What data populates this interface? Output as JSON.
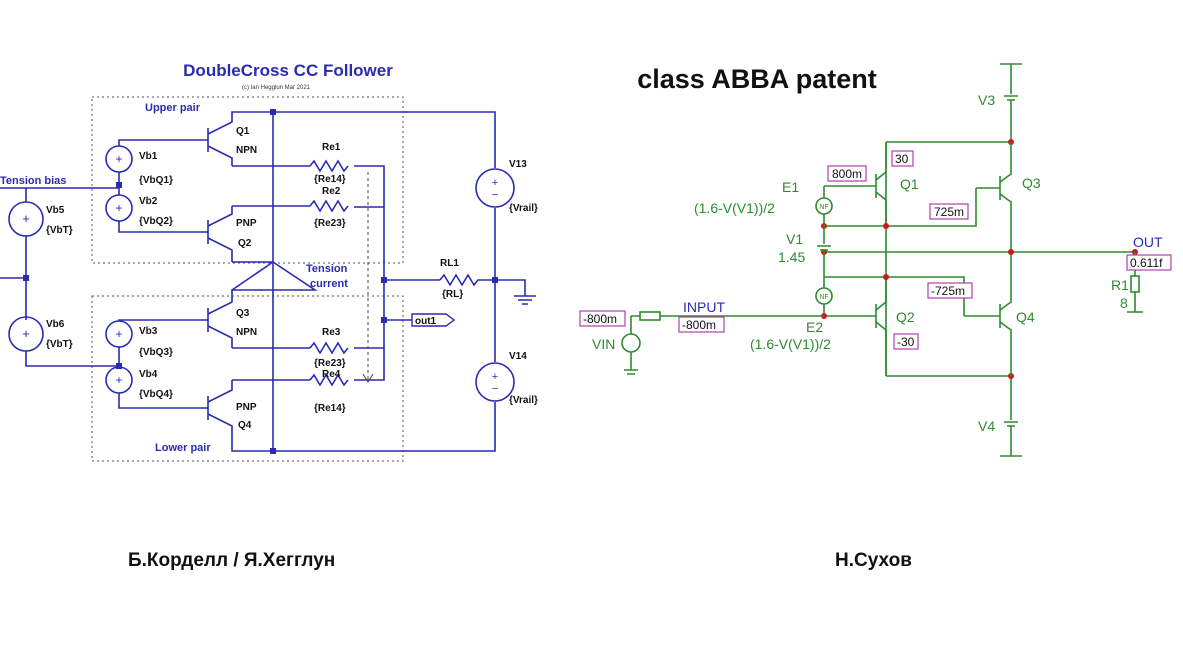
{
  "left": {
    "title": "DoubleCross CC Follower",
    "subtitle": "(c) Ian Hegglun Mar 2021",
    "upper_pair": "Upper pair",
    "lower_pair": "Lower pair",
    "tension_bias": "Tension bias",
    "tension_current_1": "Tension",
    "tension_current_2": "current",
    "q1": "Q1",
    "q1_type": "NPN",
    "q2": "Q2",
    "q2_type": "PNP",
    "q3": "Q3",
    "q3_type": "NPN",
    "q4": "Q4",
    "q4_type": "PNP",
    "vb1": "Vb1",
    "vb1_val": "{VbQ1}",
    "vb2": "Vb2",
    "vb2_val": "{VbQ2}",
    "vb3": "Vb3",
    "vb3_val": "{VbQ3}",
    "vb4": "Vb4",
    "vb4_val": "{VbQ4}",
    "vb5": "Vb5",
    "vb5_val": "{VbT}",
    "vb6": "Vb6",
    "vb6_val": "{VbT}",
    "re1": "Re1",
    "re1_val": "{Re14}",
    "re2": "Re2",
    "re2_val": "{Re23}",
    "re3": "Re3",
    "re3_val": "{Re23}",
    "re4": "Re4",
    "re4_val": "{Re14}",
    "rl1": "RL1",
    "rl1_val": "{RL}",
    "v13": "V13",
    "v13_val": "{Vrail}",
    "v14": "V14",
    "v14_val": "{Vrail}",
    "out": "out1",
    "caption": "Б.Корделл / Я.Хегглун"
  },
  "right": {
    "title": "class ABBA patent",
    "v3": "V3",
    "v4": "V4",
    "q1": "Q1",
    "q2": "Q2",
    "q3": "Q3",
    "q4": "Q4",
    "e1": "E1",
    "e1_expr": "(1.6-V(V1))/2",
    "e2": "E2",
    "e2_expr": "(1.6-V(V1))/2",
    "v1": "V1",
    "v1_val": "1.45",
    "input": "INPUT",
    "vin": "VIN",
    "out": "OUT",
    "out_val": "0.611f",
    "r1": "R1",
    "r1_val": "8",
    "nf": "NF",
    "tag_800m": "800m",
    "tag_30": "30",
    "tag_725m": "725m",
    "tag_m725m": "-725m",
    "tag_m30": "-30",
    "tag_vin": "-800m",
    "tag_input": "-800m",
    "caption": "Н.Сухов"
  }
}
